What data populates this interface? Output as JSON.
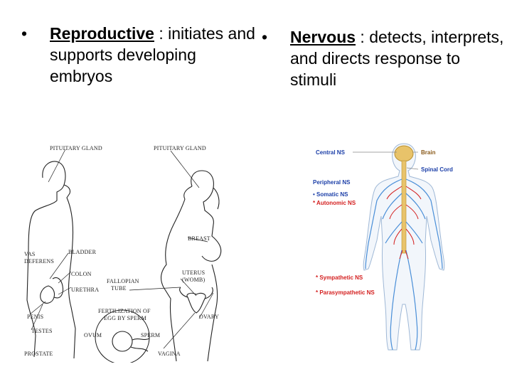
{
  "bullets": {
    "marker": "•",
    "reproductive": {
      "term": "Reproductive",
      "separator": " : ",
      "description": "initiates and supports developing embryos"
    },
    "nervous": {
      "term": "Nervous",
      "separator": " :  ",
      "description": "detects, interprets, and directs response to stimuli"
    }
  },
  "reproductive_figure": {
    "labels": {
      "pituitary_left": "PITUITARY GLAND",
      "pituitary_right": "PITUITARY GLAND",
      "breast": "BREAST",
      "vas_deferens_1": "VAS",
      "vas_deferens_2": "DEFERENS",
      "bladder": "BLADDER",
      "colon": "COLON",
      "urethra": "URETHRA",
      "fallopian_1": "FALLOPIAN",
      "fallopian_2": "TUBE",
      "uterus_1": "UTERUS",
      "uterus_2": "(WOMB)",
      "penis": "PENIS",
      "fertilization_1": "FERTILIZATION OF",
      "fertilization_2": "EGG BY SPERM",
      "ovary": "OVARY",
      "testes": "TESTES",
      "ovum": "OVUM",
      "sperm": "SPERM",
      "prostate": "PROSTATE",
      "vagina": "VAGINA"
    }
  },
  "nervous_figure": {
    "labels": {
      "central_ns": "Central NS",
      "brain": "Brain",
      "spinal_cord": "Spinal Cord",
      "peripheral_ns": "Peripheral NS",
      "somatic_ns": "• Somatic NS",
      "autonomic_ns": "* Autonomic NS",
      "sympathetic_ns": "* Sympathetic NS",
      "parasympathetic_ns": "* Parasympathetic NS"
    },
    "colors": {
      "somatic": "#1c3fa8",
      "autonomic": "#d42020",
      "nerves": "#4a8fd8",
      "brain": "#e8c36a"
    }
  }
}
